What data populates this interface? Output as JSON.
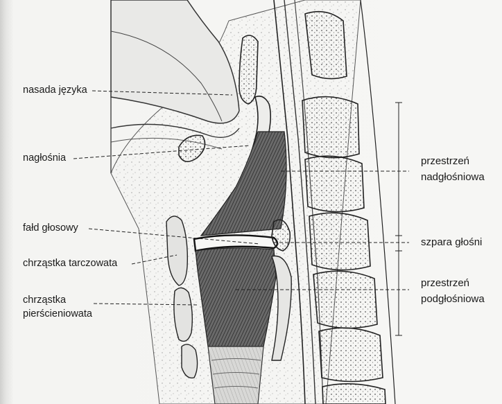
{
  "labels_left": [
    "nasada języka",
    "nagłośnia",
    "fałd głosowy",
    "chrząstka tarczowata",
    "chrząstka pierścieniowata"
  ],
  "labels_right": [
    "przestrzeń nadgłośniowa",
    "szpara głośni",
    "przestrzeń podgłośniowa"
  ],
  "left": {
    "tongue_root": "nasada języka",
    "epiglottis": "nagłośnia",
    "vocal_fold": "fałd głosowy",
    "thyroid_cartilage": "chrząstka tarczowata",
    "cricoid_line1": "chrząstka",
    "cricoid_line2": "pierścieniowata"
  },
  "right": {
    "supraglottic_line1": "przestrzeń",
    "supraglottic_line2": "nadgłośniowa",
    "glottis": "szpara głośni",
    "subglottic_line1": "przestrzeń",
    "subglottic_line2": "podgłośniowa"
  }
}
